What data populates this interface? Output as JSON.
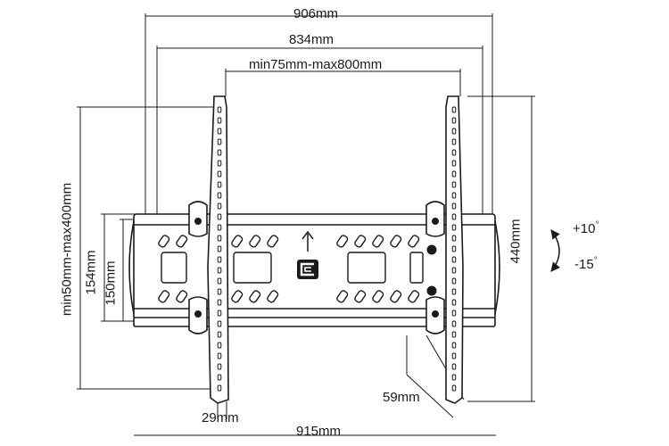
{
  "dimensions": {
    "overall_width": "906mm",
    "plate_width": "834mm",
    "vesa_horizontal": "min75mm-max800mm",
    "vesa_vertical": "min50mm-max400mm",
    "height_outer": "154mm",
    "height_inner": "150mm",
    "arm_height": "440mm",
    "depth_profile": "59mm",
    "wall_gap": "29mm",
    "base_width": "915mm"
  },
  "tilt": {
    "up": "+10",
    "down": "-15",
    "degree_symbol": "°"
  },
  "colors": {
    "line": "#1a1a1a",
    "fill": "#ffffff"
  }
}
